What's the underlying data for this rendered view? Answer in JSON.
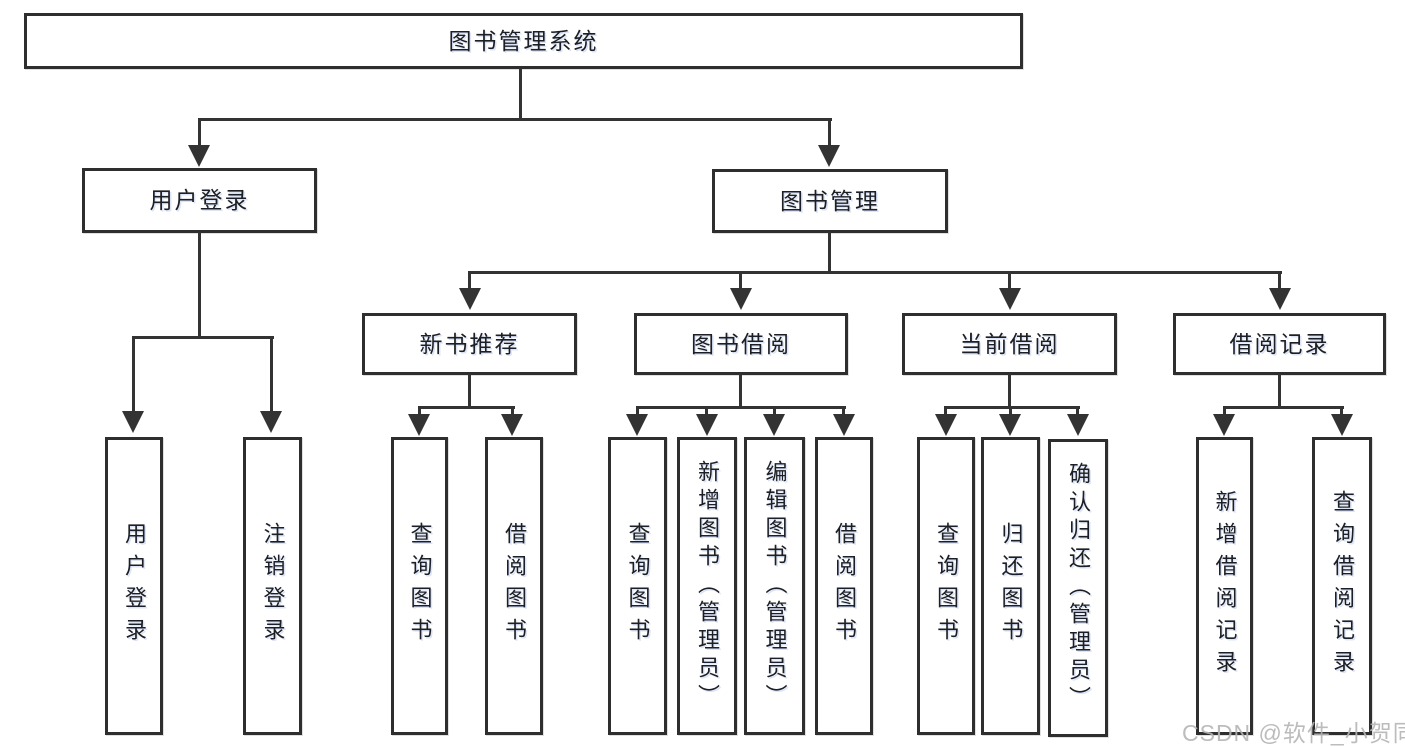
{
  "diagram": {
    "root": {
      "label": "图书管理系统"
    },
    "branches": [
      {
        "label": "用户登录",
        "children": [
          {
            "label": "用户登录"
          },
          {
            "label": "注销登录"
          }
        ]
      },
      {
        "label": "图书管理",
        "children": [
          {
            "label": "新书推荐",
            "children": [
              {
                "label": "查询图书"
              },
              {
                "label": "借阅图书"
              }
            ]
          },
          {
            "label": "图书借阅",
            "children": [
              {
                "label": "查询图书"
              },
              {
                "label": "新增图书（管理员）"
              },
              {
                "label": "编辑图书（管理员）"
              },
              {
                "label": "借阅图书"
              }
            ]
          },
          {
            "label": "当前借阅",
            "children": [
              {
                "label": "查询图书"
              },
              {
                "label": "归还图书"
              },
              {
                "label": "确认归还（管理员）"
              }
            ]
          },
          {
            "label": "借阅记录",
            "children": [
              {
                "label": "新增借阅记录"
              },
              {
                "label": "查询借阅记录"
              }
            ]
          }
        ]
      }
    ]
  },
  "watermark": {
    "text": "CSDN @软件_小贺同学"
  },
  "colors": {
    "line": "#333333",
    "box_border": "#2e2e2e",
    "box_fill": "#ffffff",
    "text": "#1f1f1f",
    "watermark": "#b5b5b5",
    "background": "#ffffff"
  }
}
